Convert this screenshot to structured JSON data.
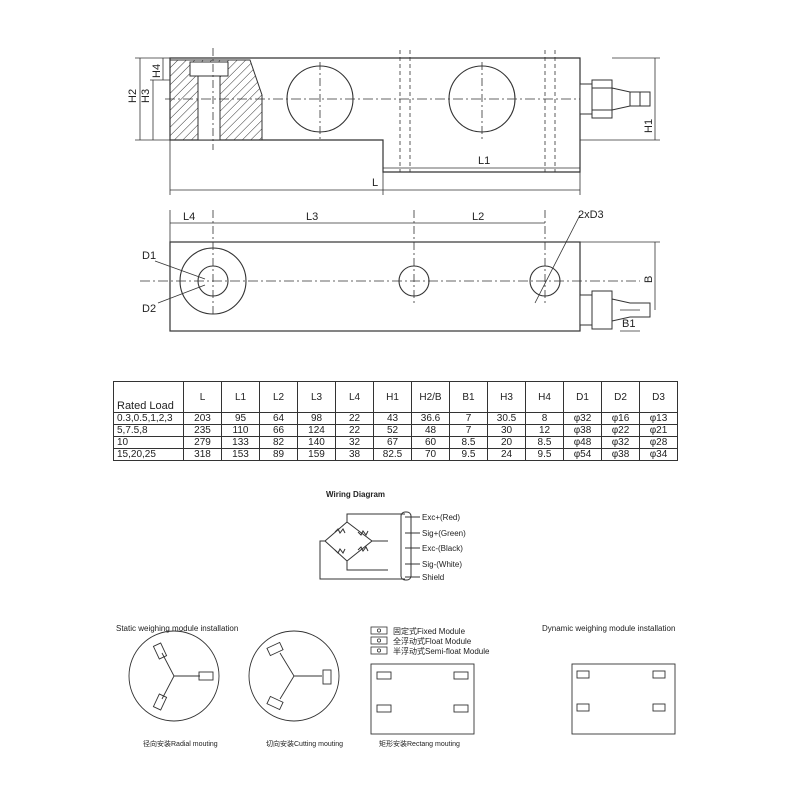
{
  "top_view": {
    "dims": {
      "H4": "H4",
      "H3": "H3",
      "H2": "H2",
      "H1": "H1",
      "L1": "L1",
      "L": "L"
    }
  },
  "plan_view": {
    "dims": {
      "L4": "L4",
      "L3": "L3",
      "L2": "L2",
      "D3": "2xD3",
      "D1": "D1",
      "D2": "D2",
      "B": "B",
      "B1": "B1"
    }
  },
  "table": {
    "load_header": "Rated Load",
    "columns": [
      "L",
      "L1",
      "L2",
      "L3",
      "L4",
      "H1",
      "H2/B",
      "B1",
      "H3",
      "H4",
      "D1",
      "D2",
      "D3"
    ],
    "rows": [
      {
        "load": "0.3,0.5,1,2,3",
        "values": [
          "203",
          "95",
          "64",
          "98",
          "22",
          "43",
          "36.6",
          "7",
          "30.5",
          "8",
          "φ32",
          "φ16",
          "φ13"
        ]
      },
      {
        "load": "5,7.5,8",
        "values": [
          "235",
          "110",
          "66",
          "124",
          "22",
          "52",
          "48",
          "7",
          "30",
          "12",
          "φ38",
          "φ22",
          "φ21"
        ]
      },
      {
        "load": "10",
        "values": [
          "279",
          "133",
          "82",
          "140",
          "32",
          "67",
          "60",
          "8.5",
          "20",
          "8.5",
          "φ48",
          "φ32",
          "φ28"
        ]
      },
      {
        "load": "15,20,25",
        "values": [
          "318",
          "153",
          "89",
          "159",
          "38",
          "82.5",
          "70",
          "9.5",
          "24",
          "9.5",
          "φ54",
          "φ38",
          "φ34"
        ]
      }
    ]
  },
  "wiring": {
    "title": "Wiring Diagram",
    "labels": [
      "Exc+(Red)",
      "Sig+(Green)",
      "Exc-(Black)",
      "Sig-(White)",
      "Shield"
    ]
  },
  "installation": {
    "static_title": "Static weighing module installation",
    "dynamic_title": "Dynamic weighing module installation",
    "radial": "径向安装Radial mouting",
    "cutting": "切向安装Cutting mouting",
    "rectang": "矩形安装Rectang mouting",
    "legend": [
      "固定式Fixed Module",
      "全浮动式Float Module",
      "半浮动式Semi-float Module"
    ]
  }
}
